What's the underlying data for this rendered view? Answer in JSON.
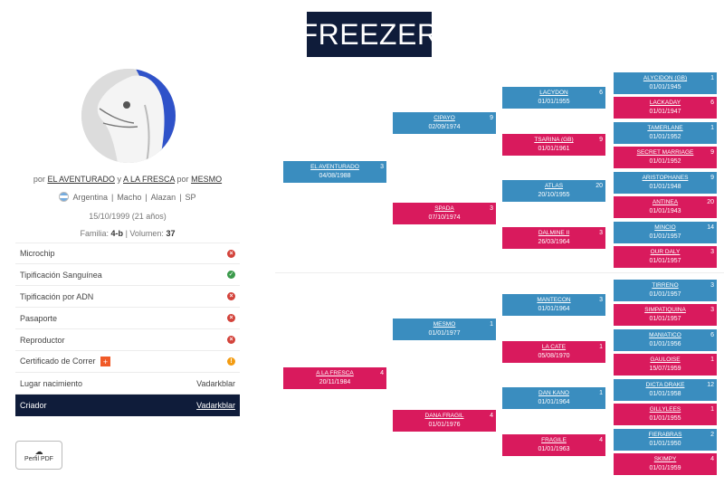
{
  "horse": {
    "name": "FREEZER",
    "sire": "EL AVENTURADO",
    "dam": "A LA FRESCA",
    "dam_sire": "MESMO",
    "country": "Argentina",
    "sex": "Macho",
    "coat": "Alazan",
    "code": "SP",
    "birth": "15/10/1999 (21 años)",
    "family_label": "Familia:",
    "family": "4-b",
    "volume_label": "| Volumen:",
    "volume": "37"
  },
  "labels": {
    "por": "por",
    "y": "y",
    "por2": "por",
    "sep1": "|",
    "sep2": "|",
    "sep3": "|"
  },
  "properties": [
    {
      "label": "Microchip",
      "status": "no"
    },
    {
      "label": "Tipificación Sanguínea",
      "status": "yes"
    },
    {
      "label": "Tipificación por ADN",
      "status": "no"
    },
    {
      "label": "Pasaporte",
      "status": "no"
    },
    {
      "label": "Reproductor",
      "status": "no"
    },
    {
      "label": "Certificado de Correr",
      "status": "warn",
      "plus": "+"
    },
    {
      "label": "Lugar nacimiento",
      "value": "Vadarkblar"
    },
    {
      "label": "Criador",
      "value": "Vadarkblar"
    }
  ],
  "pdf_button": "Perfil PDF",
  "pedigree": {
    "g1": [
      {
        "name": "EL AVENTURADO",
        "date": "04/08/1988",
        "n": "3",
        "color": "b"
      },
      {
        "name": "A LA FRESCA",
        "date": "20/11/1984",
        "n": "4",
        "color": "p"
      }
    ],
    "g2": [
      {
        "name": "CIPAYO",
        "date": "02/09/1974",
        "n": "9",
        "color": "b"
      },
      {
        "name": "SPADA",
        "date": "07/10/1974",
        "n": "3",
        "color": "p"
      },
      {
        "name": "MESMO",
        "date": "01/01/1977",
        "n": "1",
        "color": "b"
      },
      {
        "name": "DANA FRAGIL",
        "date": "01/01/1976",
        "n": "4",
        "color": "p"
      }
    ],
    "g3": [
      {
        "name": "LACYDON",
        "date": "01/01/1955",
        "n": "6",
        "color": "b"
      },
      {
        "name": "TSARINA (GB)",
        "date": "01/01/1961",
        "n": "9",
        "color": "p"
      },
      {
        "name": "ATLAS",
        "date": "20/10/1955",
        "n": "20",
        "color": "b"
      },
      {
        "name": "DALMINE II",
        "date": "26/03/1964",
        "n": "3",
        "color": "p"
      },
      {
        "name": "MANTECON",
        "date": "01/01/1964",
        "n": "3",
        "color": "b"
      },
      {
        "name": "LA CATE",
        "date": "05/08/1970",
        "n": "1",
        "color": "p"
      },
      {
        "name": "DAN KANO",
        "date": "01/01/1964",
        "n": "1",
        "color": "b"
      },
      {
        "name": "FRAGILE",
        "date": "01/01/1963",
        "n": "4",
        "color": "p"
      }
    ],
    "g4": [
      {
        "name": "ALYCIDON (GB)",
        "date": "01/01/1945",
        "n": "1",
        "color": "b"
      },
      {
        "name": "LACKADAY",
        "date": "01/01/1947",
        "n": "6",
        "color": "p"
      },
      {
        "name": "TAMERLANE",
        "date": "01/01/1952",
        "n": "1",
        "color": "b"
      },
      {
        "name": "SECRET MARRIAGE",
        "date": "01/01/1952",
        "n": "9",
        "color": "p"
      },
      {
        "name": "ARISTOPHANES",
        "date": "01/01/1948",
        "n": "9",
        "color": "b"
      },
      {
        "name": "ANTINEA",
        "date": "01/01/1943",
        "n": "20",
        "color": "p"
      },
      {
        "name": "MINCIO",
        "date": "01/01/1957",
        "n": "14",
        "color": "b"
      },
      {
        "name": "OUR DALY",
        "date": "01/01/1957",
        "n": "3",
        "color": "p"
      },
      {
        "name": "TIRRENO",
        "date": "01/01/1957",
        "n": "3",
        "color": "b"
      },
      {
        "name": "SIMPATIQUINA",
        "date": "01/01/1957",
        "n": "3",
        "color": "p"
      },
      {
        "name": "MANIATICO",
        "date": "01/01/1956",
        "n": "6",
        "color": "b"
      },
      {
        "name": "GAULOISE",
        "date": "15/07/1959",
        "n": "1",
        "color": "p"
      },
      {
        "name": "DICTA DRAKE",
        "date": "01/01/1958",
        "n": "12",
        "color": "b"
      },
      {
        "name": "GILLYLEES",
        "date": "01/01/1955",
        "n": "1",
        "color": "p"
      },
      {
        "name": "FIERABRAS",
        "date": "01/01/1950",
        "n": "2",
        "color": "b"
      },
      {
        "name": "SKIMPY",
        "date": "01/01/1959",
        "n": "4",
        "color": "p"
      }
    ]
  }
}
